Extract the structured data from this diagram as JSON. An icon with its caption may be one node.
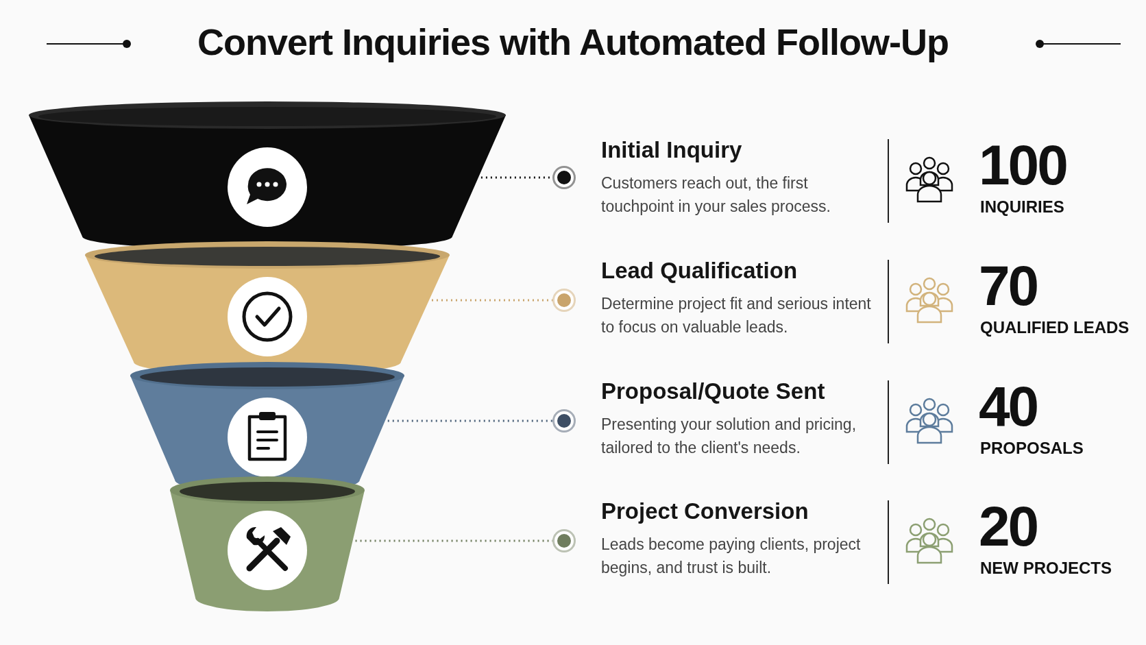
{
  "diagram": {
    "title": "Convert Inquiries with Automated Follow-Up",
    "nodes": [
      {
        "text": [],
        "shape": "band"
      },
      {
        "text": [],
        "shape": "band"
      },
      {
        "text": [],
        "shape": "band"
      },
      {
        "text": [],
        "shape": "band"
      },
      {
        "text": [],
        "shape": "circle"
      },
      {
        "text": [],
        "shape": "circle"
      },
      {
        "text": [],
        "shape": "circle"
      },
      {
        "text": [],
        "shape": "circle"
      }
    ],
    "edges": [
      {
        "from": 0,
        "to": 4,
        "arrow": "none",
        "style": "dashed",
        "color": "#111111"
      },
      {
        "from": 1,
        "to": 5,
        "arrow": "none",
        "style": "dashed",
        "color": "#c9a46b"
      },
      {
        "from": 2,
        "to": 6,
        "arrow": "none",
        "style": "dashed",
        "color": "#4a6078"
      },
      {
        "from": 3,
        "to": 7,
        "arrow": "none",
        "style": "dashed",
        "color": "#6f7d5e"
      }
    ],
    "labels": [
      "Initial Inquiry",
      "Customers reach out, the first touchpoint in your sales process.",
      "100",
      "INQUIRIES",
      "Lead Qualification",
      "Determine project fit and serious intent to focus on valuable leads.",
      "70",
      "QUALIFIED LEADS",
      "Proposal/Quote Sent",
      "Presenting your solution and pricing, tailored to the client's needs.",
      "40",
      "PROPOSALS",
      "Project Conversion",
      "Leads become paying clients, project begins, and trust is built.",
      "20",
      "NEW PROJECTS"
    ]
  }
}
